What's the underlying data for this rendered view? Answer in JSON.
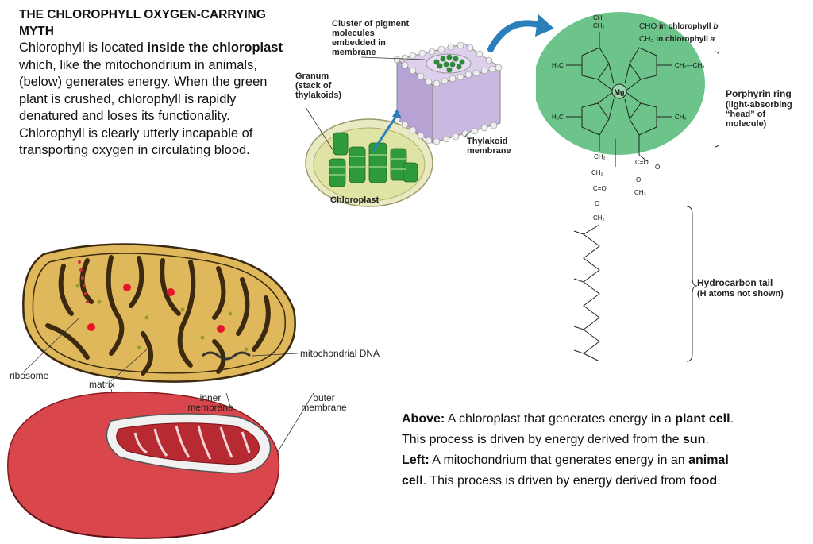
{
  "intro": {
    "title": "THE CHLOROPHYLL OXYGEN-CARRYING MYTH",
    "p1": "Chlorophyll is located ",
    "b1": "inside the chloroplast",
    "p2": " which, like the mitochondrium in animals, (below) generates energy. When the green plant is crushed, chlorophyll is rapidly denatured and loses its functionality. Chlorophyll is clearly utterly incapable of transporting oxygen in circulating blood."
  },
  "caption": {
    "above_label": "Above:",
    "above_1": " A chloroplast that generates energy in a ",
    "above_b1": "plant cell",
    "above_2": ". This process is driven by energy derived from the ",
    "above_b2": "sun",
    "above_3": ".",
    "left_label": "Left:",
    "left_1": " A mitochondrium that generates energy in an ",
    "left_b1": "animal cell",
    "left_2": ". This process is driven by energy derived from ",
    "left_b2": "food",
    "left_3": "."
  },
  "chloroplast_labels": {
    "cluster": "Cluster of pigment molecules embedded in membrane",
    "granum": "Granum (stack of thylakoids)",
    "thylakoid_membrane": "Thylakoid membrane",
    "chloroplast": "Chloroplast"
  },
  "molecule_labels": {
    "cho_b_prefix": "CHO",
    "cho_b_text": " in chlorophyll ",
    "cho_b_var": "b",
    "ch3_a_prefix": "CH₃",
    "ch3_a_text": " in chlorophyll ",
    "ch3_a_var": "a",
    "porphyrin_title": "Porphyrin ring",
    "porphyrin_desc": "(light-absorbing “head” of molecule)",
    "tail_title": "Hydrocarbon tail",
    "tail_desc": "(H atoms not shown)",
    "mg": "Mg"
  },
  "mito_labels": {
    "ribosome": "ribosome",
    "matrix": "matrix",
    "mtdna": "mitochondrial DNA",
    "inner": "inner membrane",
    "outer": "outer membrane"
  },
  "colors": {
    "porphyrin_bg": "#6cc48a",
    "mito_fill": "#e0b85c",
    "mito_red": "#c8303a",
    "thylakoid_green": "#2e9a3a",
    "arrow_blue": "#2a7fb8"
  }
}
